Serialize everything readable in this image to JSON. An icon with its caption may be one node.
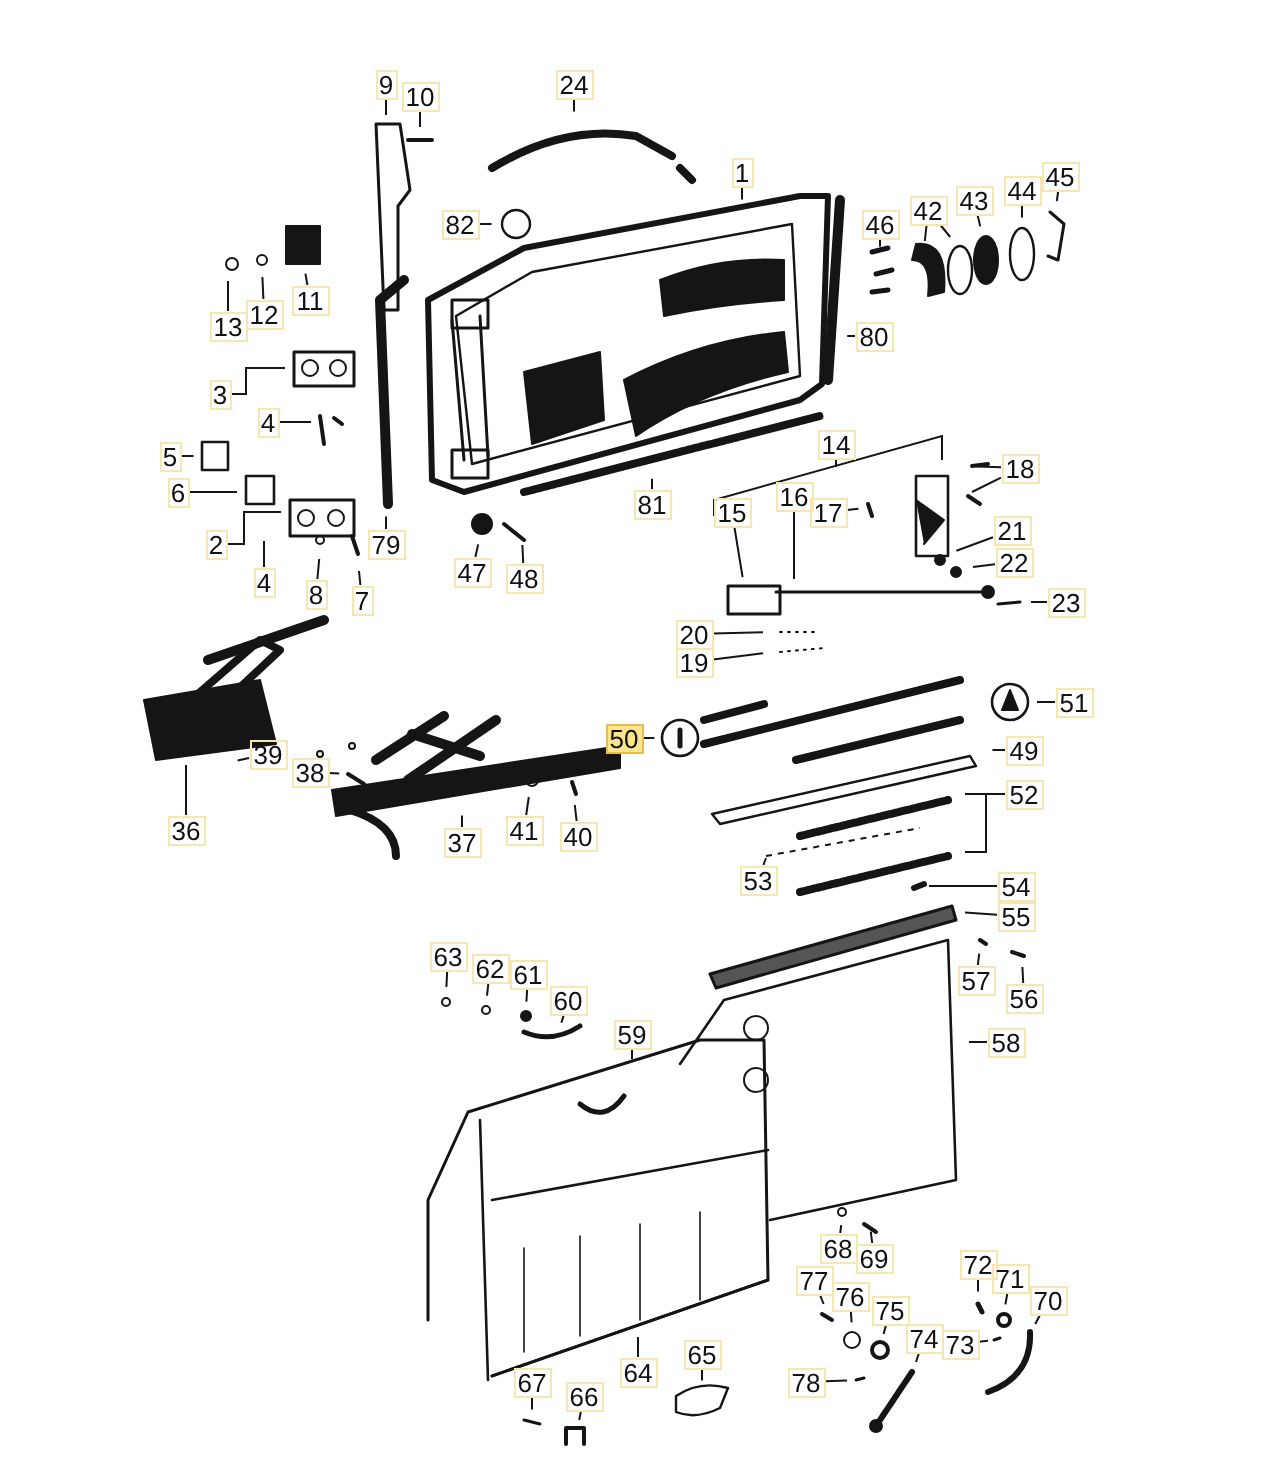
{
  "diagram": {
    "nodes": [
      {
        "text": [
          "1"
        ]
      },
      {
        "text": [
          "9"
        ]
      },
      {
        "text": [
          "10"
        ]
      },
      {
        "text": [
          "24"
        ]
      },
      {
        "text": [
          "82"
        ]
      },
      {
        "text": [
          "11"
        ]
      },
      {
        "text": [
          "12"
        ]
      },
      {
        "text": [
          "13"
        ]
      },
      {
        "text": [
          "3"
        ]
      },
      {
        "text": [
          "4"
        ]
      },
      {
        "text": [
          "5"
        ]
      },
      {
        "text": [
          "6"
        ]
      },
      {
        "text": [
          "2"
        ]
      },
      {
        "text": [
          "4"
        ]
      },
      {
        "text": [
          "8"
        ]
      },
      {
        "text": [
          "7"
        ]
      },
      {
        "text": [
          "79"
        ]
      },
      {
        "text": [
          "47"
        ]
      },
      {
        "text": [
          "48"
        ]
      },
      {
        "text": [
          "81"
        ]
      },
      {
        "text": [
          "80"
        ]
      },
      {
        "text": [
          "46"
        ]
      },
      {
        "text": [
          "42"
        ]
      },
      {
        "text": [
          "43"
        ]
      },
      {
        "text": [
          "44"
        ]
      },
      {
        "text": [
          "45"
        ]
      },
      {
        "text": [
          "14"
        ]
      },
      {
        "text": [
          "15"
        ]
      },
      {
        "text": [
          "16"
        ]
      },
      {
        "text": [
          "17"
        ]
      },
      {
        "text": [
          "18"
        ]
      },
      {
        "text": [
          "21"
        ]
      },
      {
        "text": [
          "22"
        ]
      },
      {
        "text": [
          "23"
        ]
      },
      {
        "text": [
          "20"
        ]
      },
      {
        "text": [
          "19"
        ]
      },
      {
        "text": [
          "50"
        ]
      },
      {
        "text": [
          "51"
        ]
      },
      {
        "text": [
          "49"
        ]
      },
      {
        "text": [
          "52"
        ]
      },
      {
        "text": [
          "53"
        ]
      },
      {
        "text": [
          "54"
        ]
      },
      {
        "text": [
          "55"
        ]
      },
      {
        "text": [
          "36"
        ]
      },
      {
        "text": [
          "39"
        ]
      },
      {
        "text": [
          "38"
        ]
      },
      {
        "text": [
          "37"
        ]
      },
      {
        "text": [
          "41"
        ]
      },
      {
        "text": [
          "40"
        ]
      },
      {
        "text": [
          "57"
        ]
      },
      {
        "text": [
          "56"
        ]
      },
      {
        "text": [
          "58"
        ]
      },
      {
        "text": [
          "59"
        ]
      },
      {
        "text": [
          "60"
        ]
      },
      {
        "text": [
          "61"
        ]
      },
      {
        "text": [
          "62"
        ]
      },
      {
        "text": [
          "63"
        ]
      },
      {
        "text": [
          "64"
        ]
      },
      {
        "text": [
          "65"
        ]
      },
      {
        "text": [
          "66"
        ]
      },
      {
        "text": [
          "67"
        ]
      },
      {
        "text": [
          "68"
        ]
      },
      {
        "text": [
          "69"
        ]
      },
      {
        "text": [
          "77"
        ]
      },
      {
        "text": [
          "76"
        ]
      },
      {
        "text": [
          "75"
        ]
      },
      {
        "text": [
          "74"
        ]
      },
      {
        "text": [
          "73"
        ]
      },
      {
        "text": [
          "78"
        ]
      },
      {
        "text": [
          "72"
        ]
      },
      {
        "text": [
          "71"
        ]
      },
      {
        "text": [
          "70"
        ]
      }
    ],
    "edges": [
      {
        "from": 0,
        "to": null,
        "arrow": "none"
      },
      {
        "from": 1,
        "to": null,
        "arrow": "none"
      },
      {
        "from": 2,
        "to": null,
        "arrow": "none"
      },
      {
        "from": 3,
        "to": null,
        "arrow": "none"
      },
      {
        "from": 4,
        "to": null,
        "arrow": "none"
      },
      {
        "from": 5,
        "to": null,
        "arrow": "none"
      },
      {
        "from": 6,
        "to": null,
        "arrow": "none"
      },
      {
        "from": 7,
        "to": null,
        "arrow": "none"
      },
      {
        "from": 8,
        "to": null,
        "arrow": "none"
      },
      {
        "from": 9,
        "to": null,
        "arrow": "none"
      },
      {
        "from": 10,
        "to": null,
        "arrow": "none"
      },
      {
        "from": 11,
        "to": null,
        "arrow": "none"
      },
      {
        "from": 12,
        "to": null,
        "arrow": "none"
      },
      {
        "from": 13,
        "to": null,
        "arrow": "none"
      },
      {
        "from": 14,
        "to": null,
        "arrow": "none"
      },
      {
        "from": 15,
        "to": null,
        "arrow": "none"
      },
      {
        "from": 16,
        "to": null,
        "arrow": "none"
      },
      {
        "from": 17,
        "to": null,
        "arrow": "none"
      },
      {
        "from": 18,
        "to": null,
        "arrow": "none"
      },
      {
        "from": 19,
        "to": null,
        "arrow": "none"
      },
      {
        "from": 20,
        "to": null,
        "arrow": "none"
      },
      {
        "from": 21,
        "to": null,
        "arrow": "none"
      },
      {
        "from": 22,
        "to": null,
        "arrow": "none"
      },
      {
        "from": 22,
        "to": null,
        "arrow": "none"
      },
      {
        "from": 23,
        "to": null,
        "arrow": "none"
      },
      {
        "from": 24,
        "to": null,
        "arrow": "none"
      },
      {
        "from": 25,
        "to": null,
        "arrow": "none"
      },
      {
        "from": 26,
        "to": null,
        "arrow": "none"
      },
      {
        "from": 27,
        "to": null,
        "arrow": "none"
      },
      {
        "from": 28,
        "to": null,
        "arrow": "none"
      },
      {
        "from": 29,
        "to": null,
        "arrow": "none"
      },
      {
        "from": 30,
        "to": null,
        "arrow": "none"
      },
      {
        "from": 30,
        "to": null,
        "arrow": "none"
      },
      {
        "from": 31,
        "to": null,
        "arrow": "none"
      },
      {
        "from": 32,
        "to": null,
        "arrow": "none"
      },
      {
        "from": 33,
        "to": null,
        "arrow": "none"
      },
      {
        "from": 34,
        "to": null,
        "arrow": "none"
      },
      {
        "from": 35,
        "to": null,
        "arrow": "none"
      },
      {
        "from": 36,
        "to": null,
        "arrow": "none"
      },
      {
        "from": 37,
        "to": null,
        "arrow": "none"
      },
      {
        "from": 38,
        "to": null,
        "arrow": "none"
      },
      {
        "from": 39,
        "to": null,
        "arrow": "none"
      },
      {
        "from": 39,
        "to": null,
        "arrow": "none"
      },
      {
        "from": 40,
        "to": null,
        "arrow": "none"
      },
      {
        "from": 41,
        "to": null,
        "arrow": "none"
      },
      {
        "from": 42,
        "to": null,
        "arrow": "none"
      },
      {
        "from": 43,
        "to": null,
        "arrow": "none"
      },
      {
        "from": 44,
        "to": null,
        "arrow": "none"
      },
      {
        "from": 45,
        "to": null,
        "arrow": "none"
      },
      {
        "from": 46,
        "to": null,
        "arrow": "none"
      },
      {
        "from": 47,
        "to": null,
        "arrow": "none"
      },
      {
        "from": 48,
        "to": null,
        "arrow": "none"
      },
      {
        "from": 49,
        "to": null,
        "arrow": "none"
      },
      {
        "from": 50,
        "to": null,
        "arrow": "none"
      },
      {
        "from": 51,
        "to": null,
        "arrow": "none"
      },
      {
        "from": 52,
        "to": null,
        "arrow": "none"
      },
      {
        "from": 53,
        "to": null,
        "arrow": "none"
      },
      {
        "from": 54,
        "to": null,
        "arrow": "none"
      },
      {
        "from": 55,
        "to": null,
        "arrow": "none"
      },
      {
        "from": 56,
        "to": null,
        "arrow": "none"
      },
      {
        "from": 57,
        "to": null,
        "arrow": "none"
      },
      {
        "from": 58,
        "to": null,
        "arrow": "none"
      },
      {
        "from": 59,
        "to": null,
        "arrow": "none"
      },
      {
        "from": 60,
        "to": null,
        "arrow": "none"
      },
      {
        "from": 61,
        "to": null,
        "arrow": "none"
      },
      {
        "from": 62,
        "to": null,
        "arrow": "none"
      },
      {
        "from": 63,
        "to": null,
        "arrow": "none"
      },
      {
        "from": 64,
        "to": null,
        "arrow": "none"
      },
      {
        "from": 65,
        "to": null,
        "arrow": "none"
      },
      {
        "from": 66,
        "to": null,
        "arrow": "none"
      },
      {
        "from": 67,
        "to": null,
        "arrow": "none"
      },
      {
        "from": 68,
        "to": null,
        "arrow": "none"
      },
      {
        "from": 69,
        "to": null,
        "arrow": "none"
      },
      {
        "from": 70,
        "to": null,
        "arrow": "none"
      },
      {
        "from": 71,
        "to": null,
        "arrow": "none"
      }
    ]
  }
}
